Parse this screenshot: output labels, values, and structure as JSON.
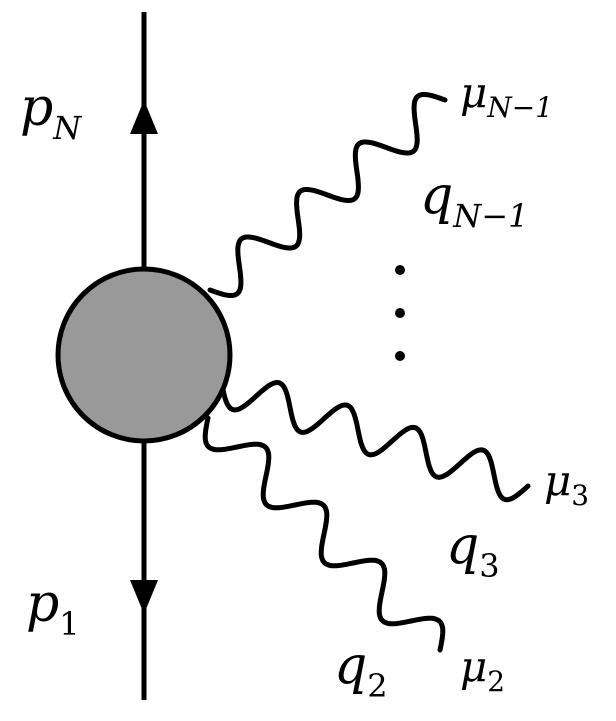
{
  "diagram": {
    "labels": {
      "p_N": {
        "base": "p",
        "sub": "N"
      },
      "p_1": {
        "base": "p",
        "sub": "1"
      },
      "q_Nm1": {
        "base": "q",
        "sub": "N−1"
      },
      "q_3": {
        "base": "q",
        "sub": "3"
      },
      "q_2": {
        "base": "q",
        "sub": "2"
      },
      "mu_Nm1": {
        "base": "μ",
        "sub": "N−1"
      },
      "mu_3": {
        "base": "μ",
        "sub": "3"
      },
      "mu_2": {
        "base": "μ",
        "sub": "2"
      }
    },
    "colors": {
      "line": "#000000",
      "blob_fill": "#999999",
      "background": "#ffffff"
    }
  }
}
